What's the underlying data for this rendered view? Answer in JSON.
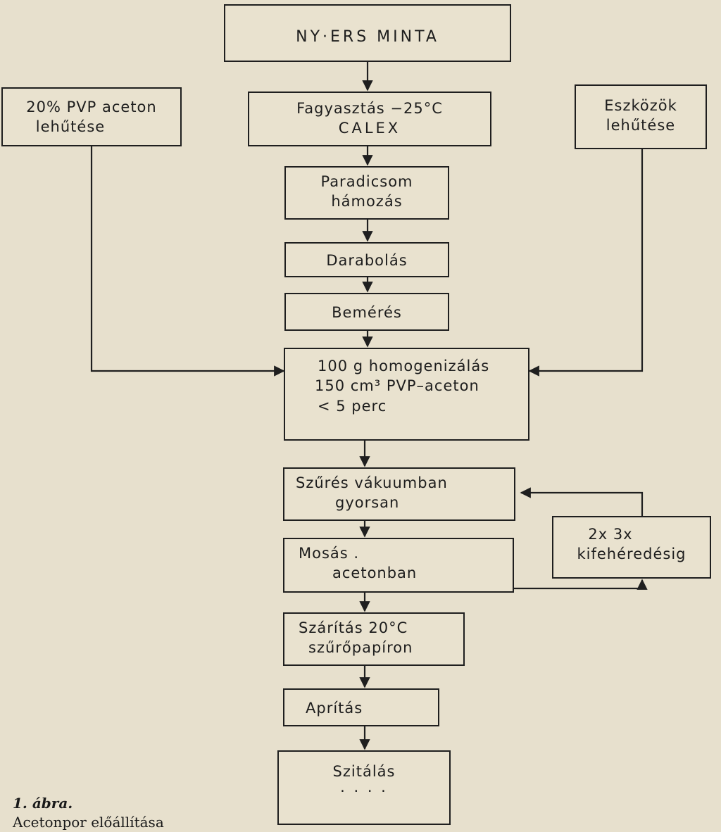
{
  "diagram": {
    "nodes": {
      "raw": {
        "lines": [
          "NY·ERS  MINTA"
        ]
      },
      "pvp": {
        "lines": [
          "20% PVP aceton",
          "lehűtése"
        ]
      },
      "freeze": {
        "lines": [
          "Fagyasztás  −25°C",
          "CALEX"
        ]
      },
      "tools": {
        "lines": [
          "Eszközök",
          "lehűtése"
        ]
      },
      "peel": {
        "lines": [
          "Paradicsom",
          "hámozás"
        ]
      },
      "cut": {
        "lines": [
          "Darabolás"
        ]
      },
      "weigh": {
        "lines": [
          "Bemérés"
        ]
      },
      "homog": {
        "lines": [
          "100 g  homogenizálás",
          "150 cm³  PVP–aceton",
          "< 5 perc"
        ]
      },
      "filter": {
        "lines": [
          "Szűrés  vákuumban",
          "gyorsan"
        ]
      },
      "repeat": {
        "lines": [
          "2x   3x",
          "kifehéredésig"
        ]
      },
      "wash": {
        "lines": [
          "Mosás  .",
          "acetonban"
        ]
      },
      "dry": {
        "lines": [
          "Szárítás  20°C",
          "szűrőpapíron"
        ]
      },
      "crush": {
        "lines": [
          "Aprítás"
        ]
      },
      "sieve": {
        "lines": [
          "Szitálás",
          "· · · ·"
        ]
      }
    }
  },
  "caption": {
    "number": "1. ábra.",
    "title": "Acetonpor előállítása"
  }
}
